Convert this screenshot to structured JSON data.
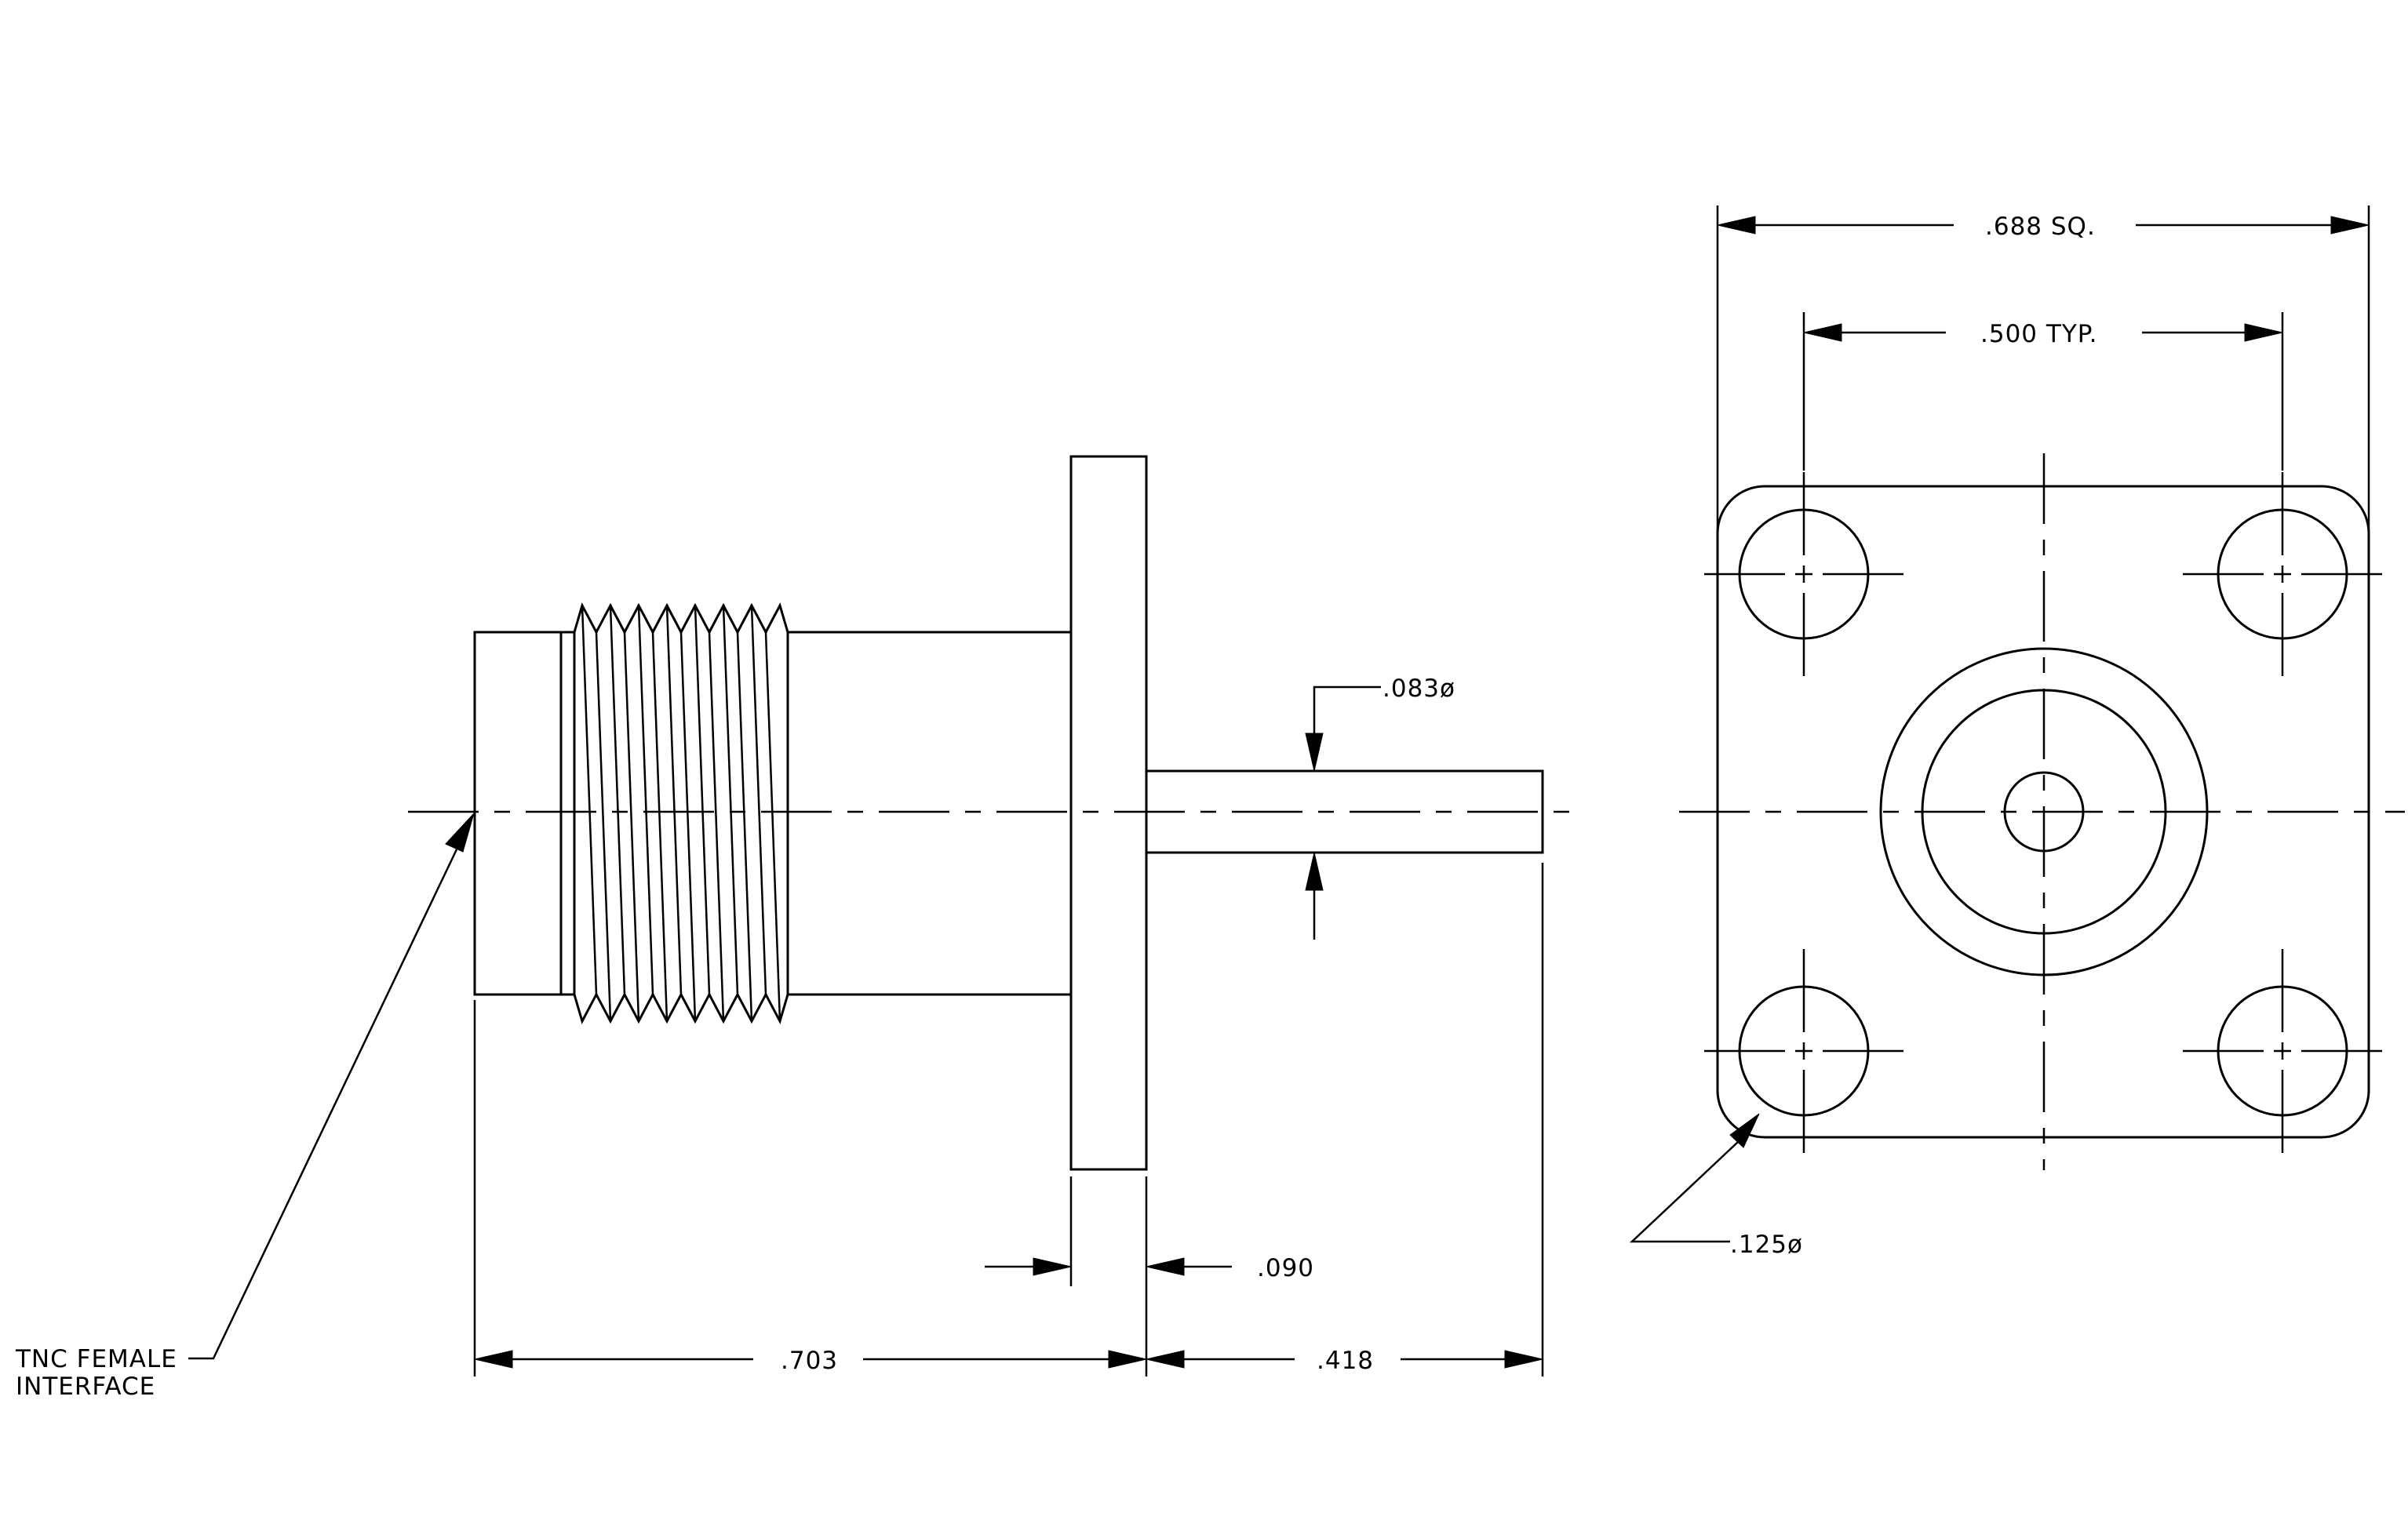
{
  "dimensions": {
    "overall_square": ".688 SQ.",
    "hole_spacing": ".500 TYP.",
    "pin_diameter": ".083ø",
    "flange_thickness": ".090",
    "body_length": ".703",
    "pin_length": ".418",
    "mount_hole_diameter": ".125ø"
  },
  "callouts": {
    "interface_line1": "TNC FEMALE",
    "interface_line2": "INTERFACE"
  },
  "colors": {
    "line": "#000000",
    "background": "#ffffff"
  }
}
